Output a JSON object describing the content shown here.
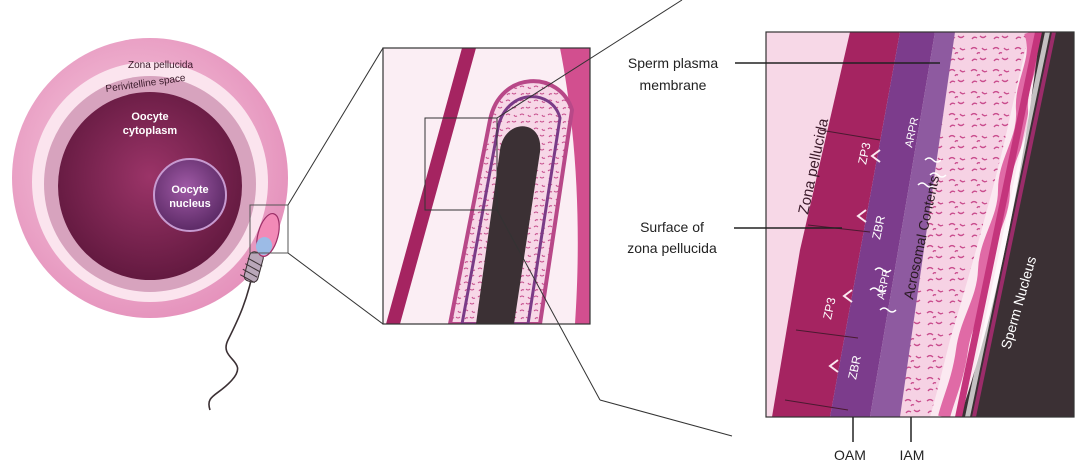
{
  "colors": {
    "zona": "#f6c8dd",
    "zona_edge": "#d784ab",
    "perivitelline": "#fde8f1",
    "cytoplasm": "#8a2a58",
    "cytoplasm_inner": "#6d1d45",
    "nucleus": "#7b3c84",
    "sperm_head": "#f28ab7",
    "sperm_tip": "#9cbbe6",
    "zp_band": "#a52461",
    "zbr_band": "#7c3c8c",
    "acrosome": "#f6cfe2",
    "membrane": "#d2609c",
    "nucleus_dark": "#3b3034",
    "bg_pink": "#fbe9f1"
  },
  "left_panel": {
    "zona_label": "Zona pellucida",
    "perivitelline_label": "Perivitelline space",
    "cytoplasm_label_line1": "Oocyte",
    "cytoplasm_label_line2": "cytoplasm",
    "nucleus_label_line1": "Oocyte",
    "nucleus_label_line2": "nucleus"
  },
  "right_panel": {
    "callout_membrane_line1": "Sperm plasma",
    "callout_membrane_line2": "membrane",
    "callout_surface_line1": "Surface of",
    "callout_surface_line2": "zona pellucida",
    "zona_label": "Zona pellucida",
    "zp3_upper": "ZP3",
    "zp3_lower": "ZP3",
    "zbr_upper": "ZBR",
    "zbr_lower": "ZBR",
    "arpr_upper": "ARPR",
    "arpr_lower": "ARPR",
    "acrosomal_label": "Acrosomal Contents",
    "sperm_nucleus_label": "Sperm Nucleus",
    "oam_label": "OAM",
    "iam_label": "IAM"
  }
}
